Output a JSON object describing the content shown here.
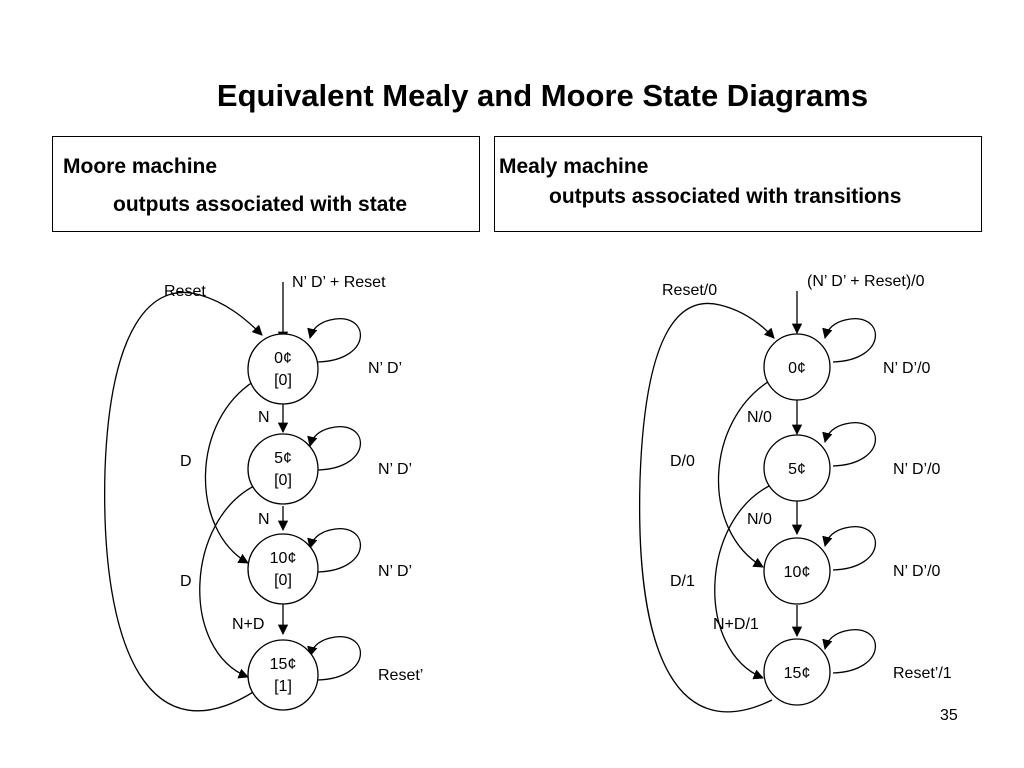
{
  "title": "Equivalent Mealy and Moore State Diagrams",
  "moore": {
    "heading": "Moore machine",
    "subheading": "outputs associated with state",
    "states": [
      {
        "name": "0¢",
        "output": "[0]"
      },
      {
        "name": "5¢",
        "output": "[0]"
      },
      {
        "name": "10¢",
        "output": "[0]"
      },
      {
        "name": "15¢",
        "output": "[1]"
      }
    ],
    "labels": {
      "entry": "N’ D’ + Reset",
      "reset": "Reset",
      "n1": "N",
      "n2": "N",
      "nd": "N+D",
      "d1": "D",
      "d2": "D",
      "self0": "N’ D’",
      "self5": "N’ D’",
      "self10": "N’ D’",
      "self15": "Reset’"
    }
  },
  "mealy": {
    "heading": "Mealy machine",
    "subheading": "outputs associated with transitions",
    "states": [
      {
        "name": "0¢"
      },
      {
        "name": "5¢"
      },
      {
        "name": "10¢"
      },
      {
        "name": "15¢"
      }
    ],
    "labels": {
      "entry": "(N’ D’ + Reset)/0",
      "reset": "Reset/0",
      "n1": "N/0",
      "n2": "N/0",
      "nd": "N+D/1",
      "d1": "D/0",
      "d2": "D/1",
      "self0": "N’ D’/0",
      "self5": "N’ D’/0",
      "self10": "N’ D’/0",
      "self15": "Reset’/1"
    }
  },
  "page_number": "35"
}
